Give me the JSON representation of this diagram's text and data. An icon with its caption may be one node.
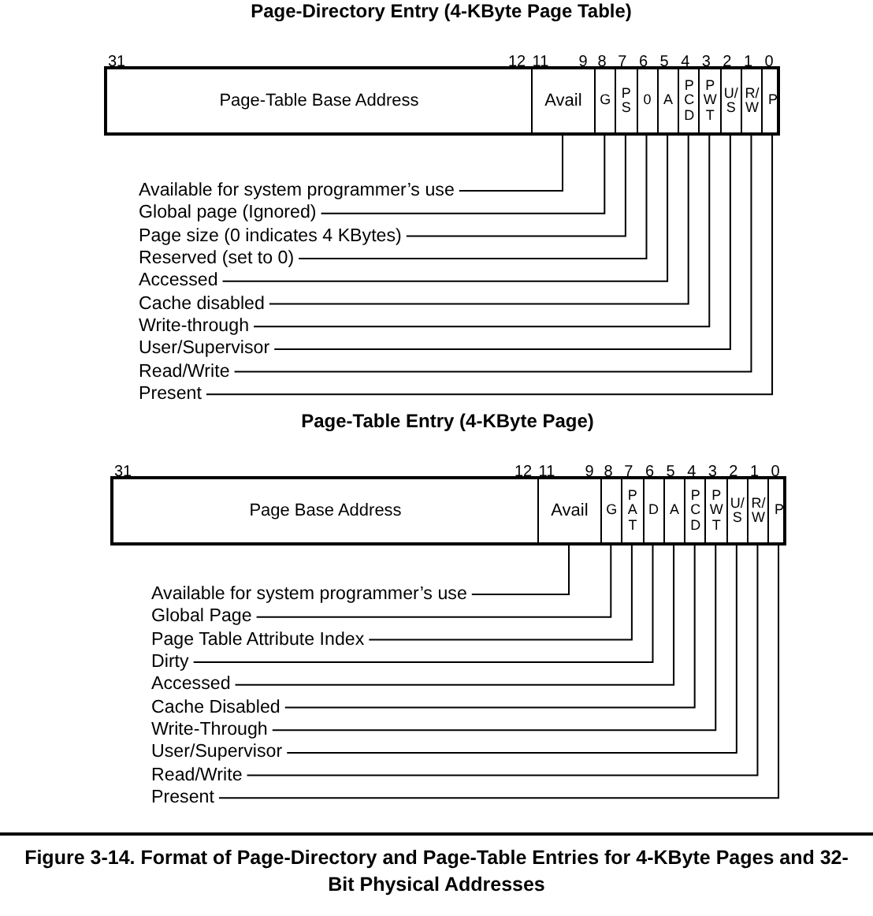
{
  "diagram": {
    "caption": "Figure 3-14. Format of Page-Directory and Page-Table Entries for 4-KByte Pages and 32-Bit Physical Addresses",
    "nodes": [
      {
        "text": [],
        "shape": "box"
      },
      {
        "text": [
          "Page-Table Base Address"
        ],
        "in": 0
      },
      {
        "text": [
          "Avail"
        ],
        "in": 0
      },
      {
        "text": [
          "G"
        ],
        "in": 0
      },
      {
        "text": [
          "PS"
        ],
        "in": 0
      },
      {
        "text": [
          "0"
        ],
        "in": 0
      },
      {
        "text": [
          "A"
        ],
        "in": 0
      },
      {
        "text": [
          "PCD"
        ],
        "in": 0
      },
      {
        "text": [
          "PWT"
        ],
        "in": 0
      },
      {
        "text": [
          "U/S"
        ],
        "in": 0
      },
      {
        "text": [
          "R/W"
        ],
        "in": 0
      },
      {
        "text": [
          "P"
        ],
        "in": 0
      },
      {
        "text": [
          "Available for system programmer’s use"
        ]
      },
      {
        "text": [
          "Global page (Ignored)"
        ]
      },
      {
        "text": [
          "Page size (0 indicates 4 KBytes)"
        ]
      },
      {
        "text": [
          "Reserved (set to 0)"
        ]
      },
      {
        "text": [
          "Accessed"
        ]
      },
      {
        "text": [
          "Cache disabled"
        ]
      },
      {
        "text": [
          "Write-through"
        ]
      },
      {
        "text": [
          "User/Supervisor"
        ]
      },
      {
        "text": [
          "Read/Write"
        ]
      },
      {
        "text": [
          "Present"
        ]
      },
      {
        "text": [],
        "shape": "box"
      },
      {
        "text": [
          "Page Base Address"
        ],
        "in": 22
      },
      {
        "text": [
          "Avail"
        ],
        "in": 22
      },
      {
        "text": [
          "G"
        ],
        "in": 22
      },
      {
        "text": [
          "PAT"
        ],
        "in": 22
      },
      {
        "text": [
          "D"
        ],
        "in": 22
      },
      {
        "text": [
          "A"
        ],
        "in": 22
      },
      {
        "text": [
          "PCD"
        ],
        "in": 22
      },
      {
        "text": [
          "PWT"
        ],
        "in": 22
      },
      {
        "text": [
          "U/S"
        ],
        "in": 22
      },
      {
        "text": [
          "R/W"
        ],
        "in": 22
      },
      {
        "text": [
          "P"
        ],
        "in": 22
      },
      {
        "text": [
          "Available for system programmer’s use"
        ]
      },
      {
        "text": [
          "Global Page"
        ]
      },
      {
        "text": [
          "Page Table Attribute Index"
        ]
      },
      {
        "text": [
          "Dirty"
        ]
      },
      {
        "text": [
          "Accessed"
        ]
      },
      {
        "text": [
          "Cache Disabled"
        ]
      },
      {
        "text": [
          "Write-Through"
        ]
      },
      {
        "text": [
          "User/Supervisor"
        ]
      },
      {
        "text": [
          "Read/Write"
        ]
      },
      {
        "text": [
          "Present"
        ]
      }
    ],
    "edges": [
      {
        "from": 12,
        "to": 2,
        "arrow": "none"
      },
      {
        "from": 13,
        "to": 3,
        "arrow": "none"
      },
      {
        "from": 14,
        "to": 4,
        "arrow": "none"
      },
      {
        "from": 15,
        "to": 5,
        "arrow": "none"
      },
      {
        "from": 16,
        "to": 6,
        "arrow": "none"
      },
      {
        "from": 17,
        "to": 7,
        "arrow": "none"
      },
      {
        "from": 18,
        "to": 8,
        "arrow": "none"
      },
      {
        "from": 19,
        "to": 9,
        "arrow": "none"
      },
      {
        "from": 20,
        "to": 10,
        "arrow": "none"
      },
      {
        "from": 21,
        "to": 11,
        "arrow": "none"
      },
      {
        "from": 34,
        "to": 24,
        "arrow": "none"
      },
      {
        "from": 35,
        "to": 25,
        "arrow": "none"
      },
      {
        "from": 36,
        "to": 26,
        "arrow": "none"
      },
      {
        "from": 37,
        "to": 27,
        "arrow": "none"
      },
      {
        "from": 38,
        "to": 28,
        "arrow": "none"
      },
      {
        "from": 39,
        "to": 29,
        "arrow": "none"
      },
      {
        "from": 40,
        "to": 30,
        "arrow": "none"
      },
      {
        "from": 41,
        "to": 31,
        "arrow": "none"
      },
      {
        "from": 42,
        "to": 32,
        "arrow": "none"
      },
      {
        "from": 43,
        "to": 33,
        "arrow": "none"
      }
    ],
    "labels": [
      "Page-Directory Entry (4-KByte Page Table)",
      "31",
      "12",
      "11",
      "9",
      "8",
      "7",
      "6",
      "5",
      "4",
      "3",
      "2",
      "1",
      "0",
      "Page-Table Entry (4-KByte Page)",
      "31",
      "12",
      "11",
      "9",
      "8",
      "7",
      "6",
      "5",
      "4",
      "3",
      "2",
      "1",
      "0"
    ]
  }
}
